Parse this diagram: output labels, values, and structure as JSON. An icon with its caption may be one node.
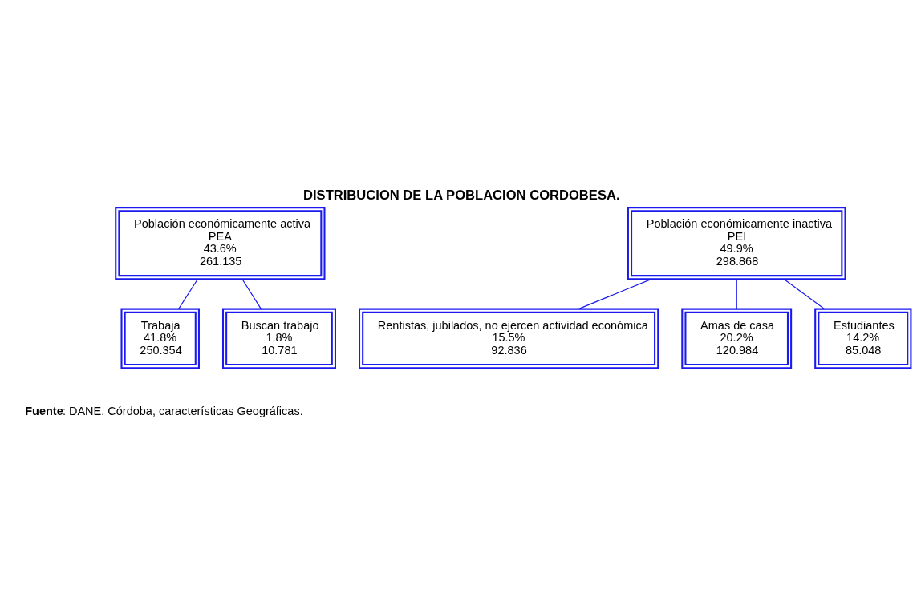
{
  "diagram": {
    "title": "DISTRIBUCION DE LA POBLACION CORDOBESA.",
    "caption": "**Fuente**: DANE. Córdoba, características Geográficas.",
    "nodes": [
      {
        "text": [
          "Población económicamente activa",
          "PEA",
          "43.6%",
          "261.135"
        ]
      },
      {
        "text": [
          "Trabaja",
          "41.8%",
          "250.354"
        ]
      },
      {
        "text": [
          "Buscan trabajo",
          "1.8%",
          "10.781"
        ]
      },
      {
        "text": [
          "Población económicamente inactiva",
          "PEI",
          "49.9%",
          "298.868"
        ]
      },
      {
        "text": [
          "Rentistas, jubilados, no ejercen actividad económica",
          "15.5%",
          "92.836"
        ]
      },
      {
        "text": [
          "Amas de casa",
          "20.2%",
          "120.984"
        ]
      },
      {
        "text": [
          "Estudiantes",
          "14.2%",
          "85.048"
        ]
      }
    ],
    "edges": [
      {
        "from": 0,
        "to": 1,
        "arrow": "none"
      },
      {
        "from": 0,
        "to": 2,
        "arrow": "none"
      },
      {
        "from": 3,
        "to": 4,
        "arrow": "none"
      },
      {
        "from": 3,
        "to": 5,
        "arrow": "none"
      },
      {
        "from": 3,
        "to": 6,
        "arrow": "none"
      }
    ]
  }
}
